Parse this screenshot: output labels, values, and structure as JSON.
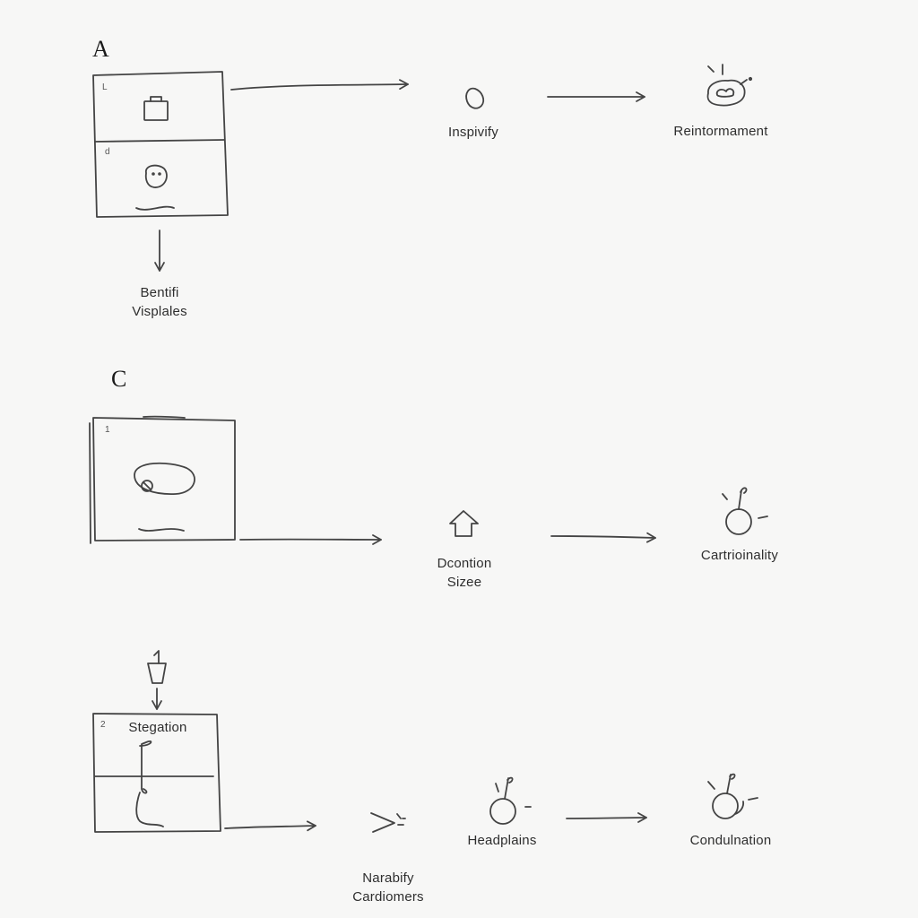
{
  "sections": {
    "a": {
      "label": "A",
      "panel_top_mark": "L",
      "panel_bottom_mark": "d",
      "below_label": [
        "Bentifi",
        "Visplales"
      ],
      "node_1_label": "Inspivify",
      "node_2_label": "Reintormament"
    },
    "c": {
      "label": "C",
      "panel_mark": "1",
      "node_1_label": [
        "Dcontion",
        "Sizee"
      ],
      "node_2_label": "Cartrioinality"
    },
    "bottom": {
      "panel_mark": "2",
      "panel_title": "Stegation",
      "node_1_label": [
        "Narabify",
        "Cardiomers"
      ],
      "node_2_label": "Headplains",
      "node_3_label": "Condulnation"
    }
  },
  "icons": {
    "a_panel_top": "briefcase-icon",
    "a_panel_bottom": "face-icon",
    "a_node_1": "circle-icon",
    "a_node_2": "cloud-idea-icon",
    "c_panel": "ellipse-icon",
    "c_node_1": "home-icon",
    "c_node_2": "lightbulb-circle-icon",
    "bottom_top": "cup-icon",
    "bottom_node_1": "spark-icon",
    "bottom_node_2": "lightbulb-circle-icon",
    "bottom_node_3": "lightbulb-circle-icon"
  },
  "colors": {
    "stroke": "#444444",
    "text": "#2e2e2e",
    "background": "#f7f7f6"
  }
}
